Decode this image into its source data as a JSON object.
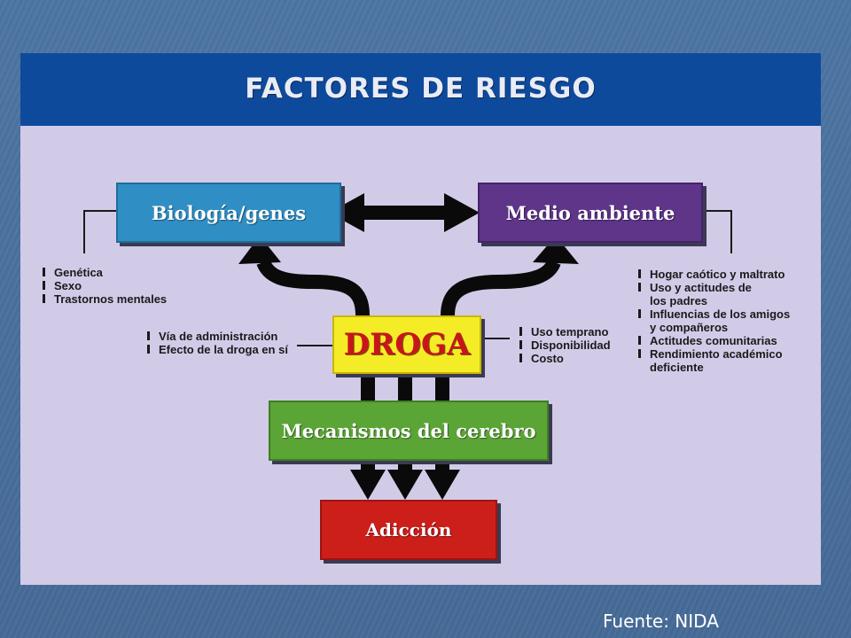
{
  "header": {
    "title": "FACTORES DE RIESGO"
  },
  "boxes": {
    "bio": "Biología/genes",
    "medio": "Medio ambiente",
    "droga": "DROGA",
    "meca": "Mecanismos del cerebro",
    "adic": "Adicción"
  },
  "lists": {
    "bio": [
      "Genética",
      "Sexo",
      "Trastornos mentales"
    ],
    "via": [
      "Vía de administración",
      "Efecto de la droga en sí"
    ],
    "uso": [
      "Uso temprano",
      "Disponibilidad",
      "Costo"
    ],
    "medio": [
      {
        "text": "Hogar caótico y maltrato",
        "bullet": true
      },
      {
        "text": "Uso y actitudes de",
        "bullet": true
      },
      {
        "text": "los padres",
        "bullet": false
      },
      {
        "text": "Influencias de los amigos",
        "bullet": true
      },
      {
        "text": "y compañeros",
        "bullet": false
      },
      {
        "text": "Actitudes comunitarias",
        "bullet": true
      },
      {
        "text": "Rendimiento académico",
        "bullet": true
      },
      {
        "text": "deficiente",
        "bullet": false
      }
    ]
  },
  "source": "Fuente: NIDA",
  "colors": {
    "header": "#0e4a9c",
    "panel": "#d2cbe8",
    "bio": "#2f8fc4",
    "medio": "#5e3589",
    "droga": "#f4ec27",
    "droga_text": "#c8151b",
    "meca": "#5aa535",
    "adic": "#cc1f1a"
  }
}
